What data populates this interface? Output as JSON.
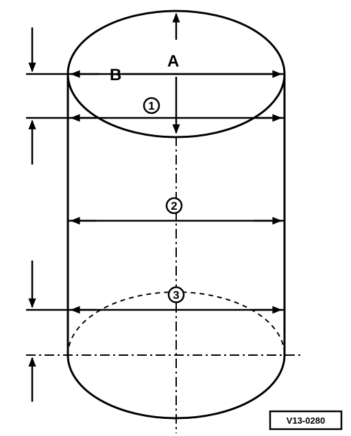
{
  "diagram": {
    "label_a": "A",
    "label_b": "B",
    "marker_1": "1",
    "marker_2": "2",
    "marker_3": "3",
    "reference_code": "V13-0280"
  },
  "colors": {
    "ink": "#000000",
    "paper": "#ffffff"
  }
}
